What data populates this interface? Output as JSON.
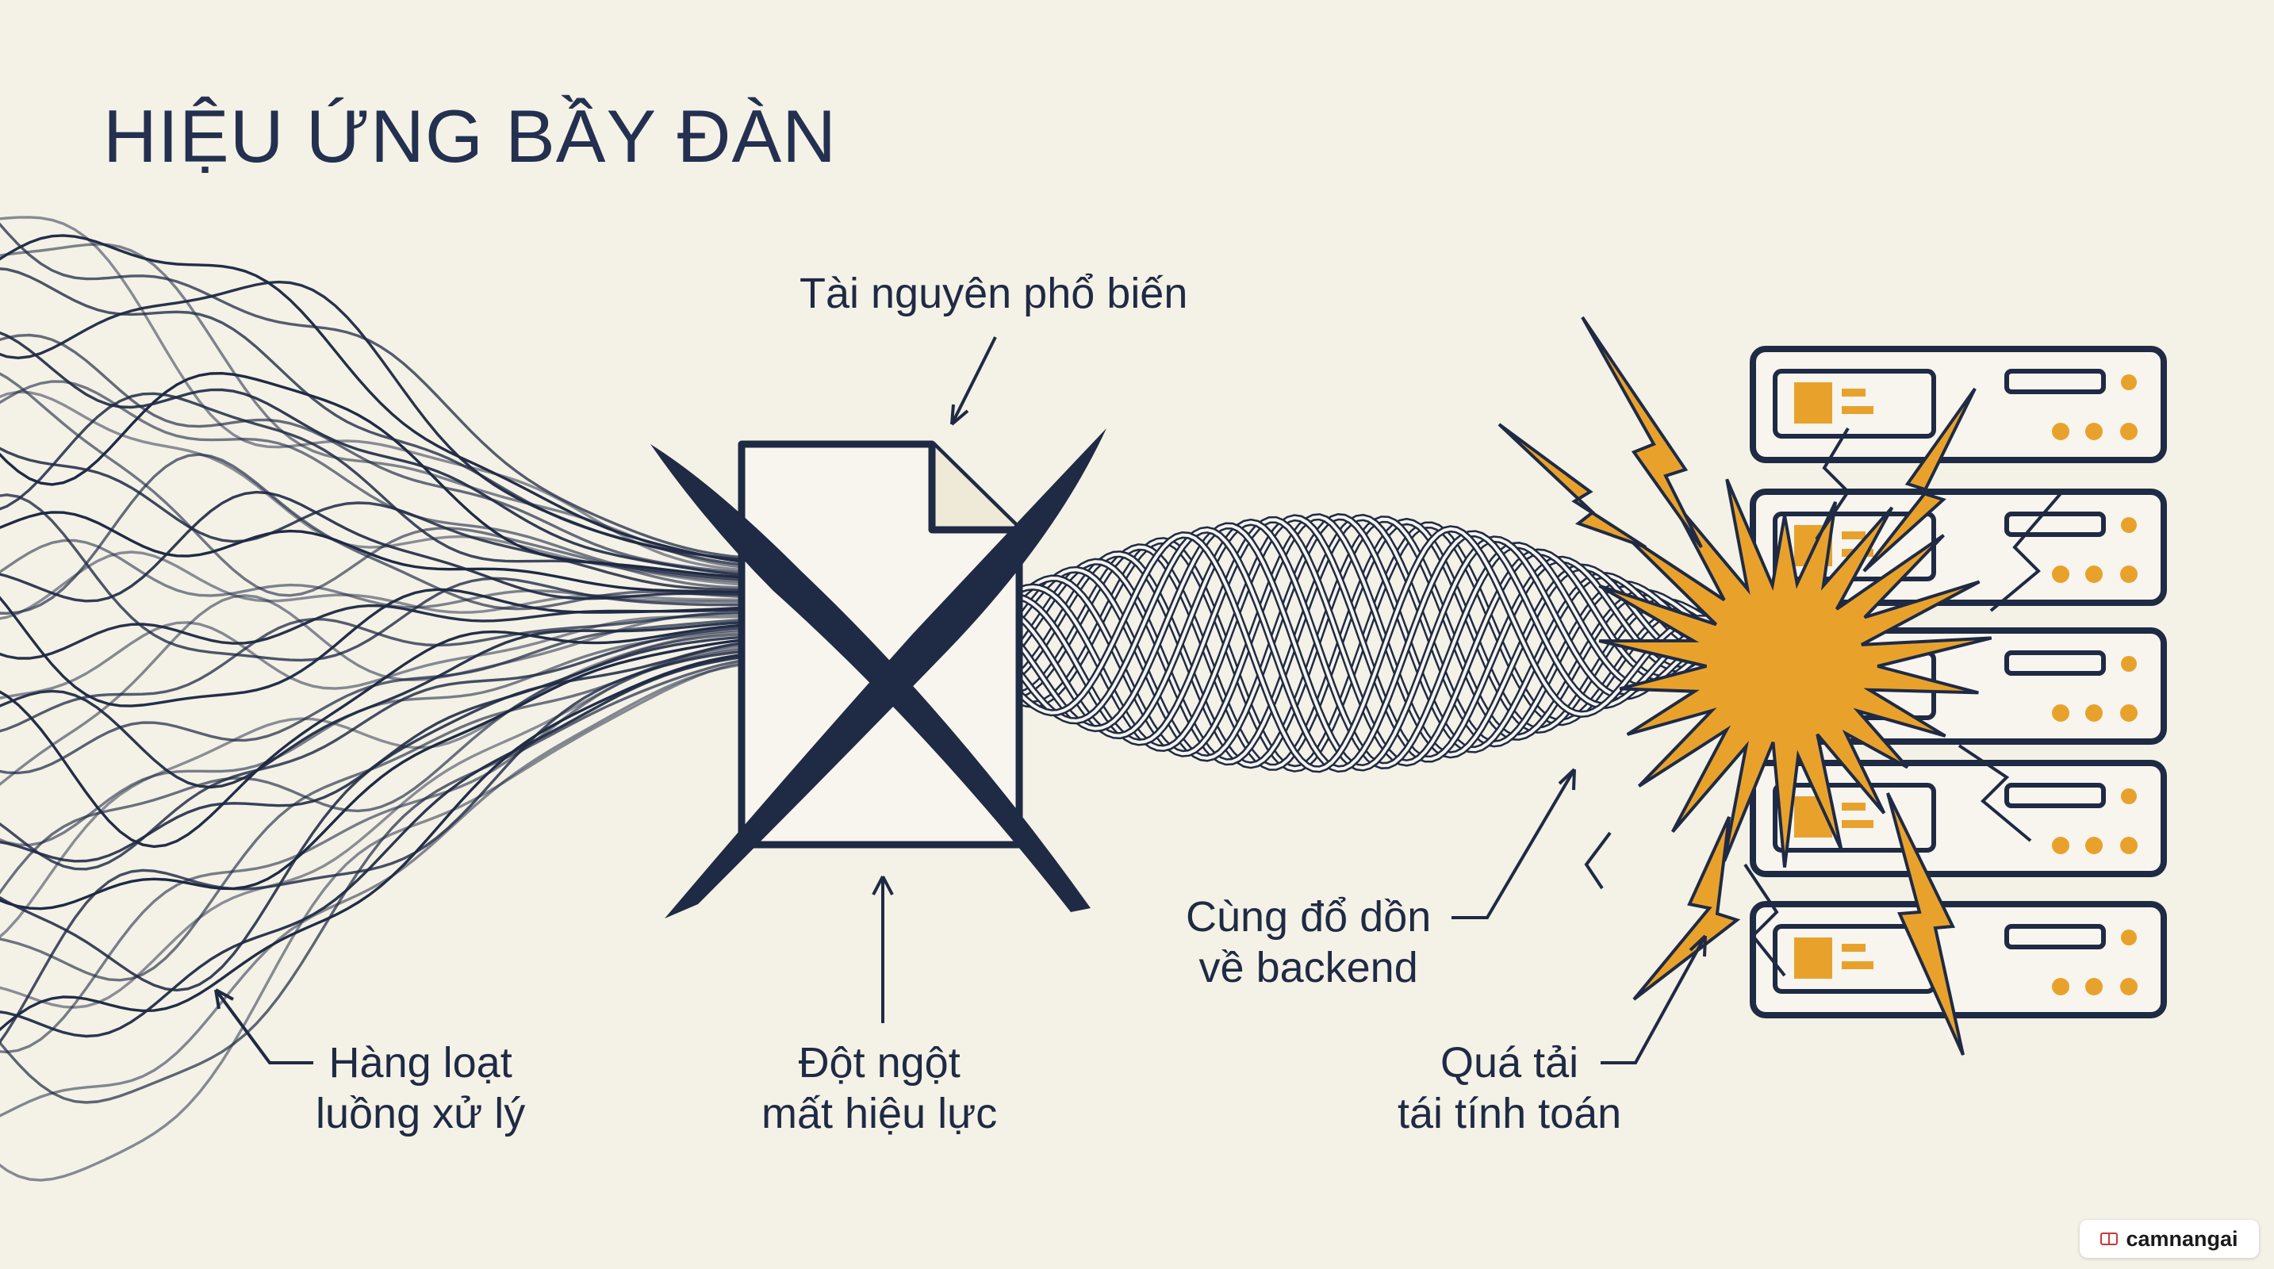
{
  "title": "HIỆU ỨNG BẦY ĐÀN",
  "labels": {
    "popular_resource": "Tài nguyên phổ biến",
    "threads_line1": "Hàng loạt",
    "threads_line2": "luồng xử lý",
    "expire_line1": "Đột ngột",
    "expire_line2": "mất hiệu lực",
    "backend_line1": "Cùng đổ dồn",
    "backend_line2": "về backend",
    "overload_line1": "Quá tải",
    "overload_line2": "tái tính toán"
  },
  "watermark": "camnangai",
  "colors": {
    "background": "#f4f1e6",
    "ink": "#1f2a44",
    "accent": "#e8a22c"
  },
  "icons": {
    "document": "invalidated-document-icon",
    "servers": "server-rack-icon",
    "explosion": "explosion-icon"
  }
}
